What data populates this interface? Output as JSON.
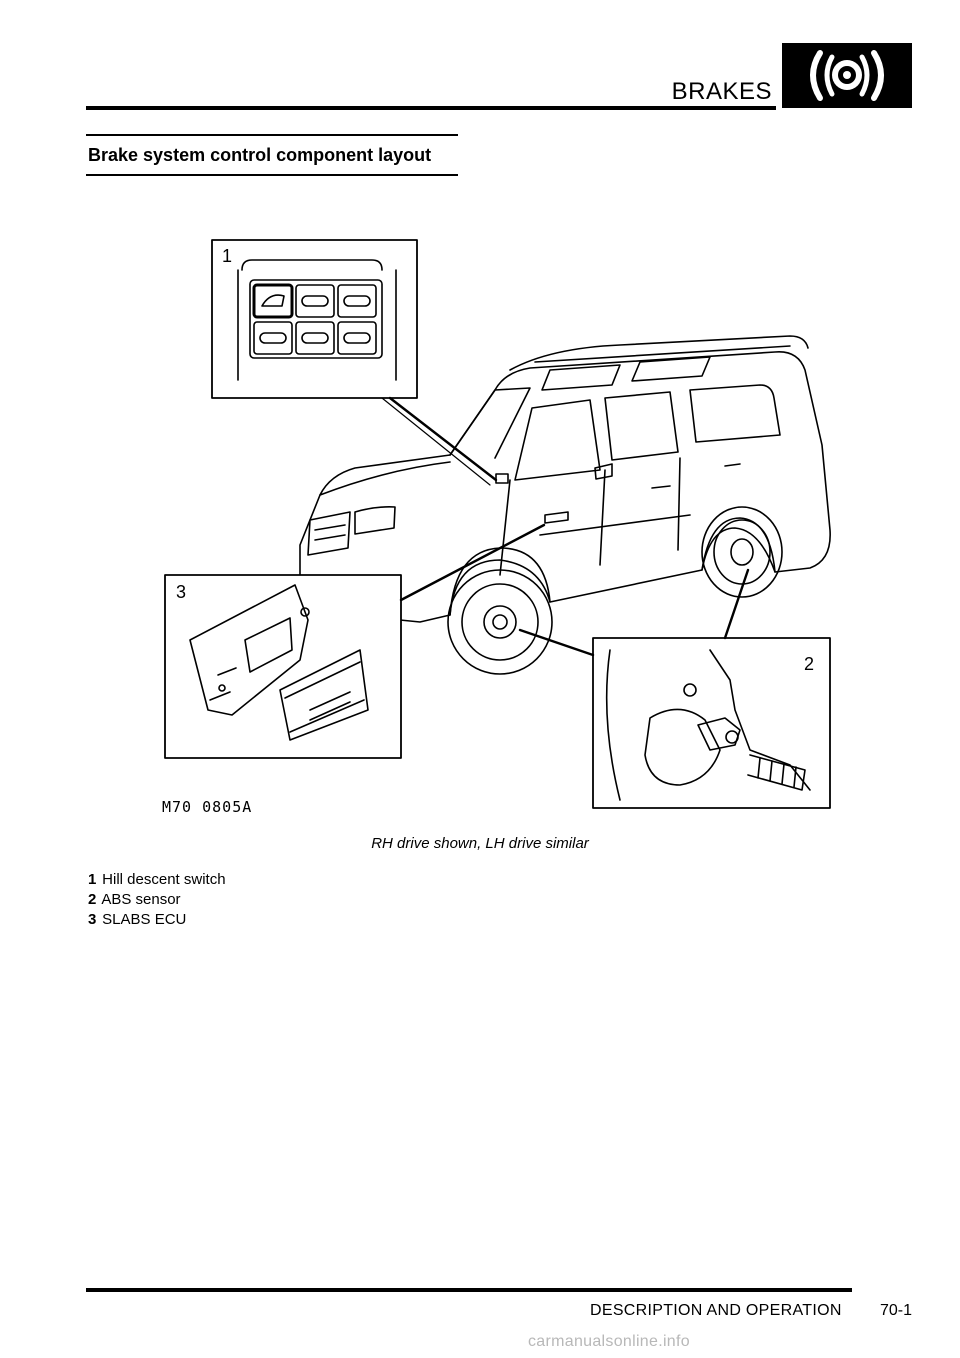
{
  "header": {
    "title": "BRAKES",
    "section_icon": "brake-disc-icon"
  },
  "section": {
    "title": "Brake system control component layout"
  },
  "figure": {
    "code": "M70 0805A",
    "callouts": [
      "1",
      "2",
      "3"
    ],
    "caption": "RH drive shown, LH drive similar"
  },
  "legend": [
    {
      "num": "1",
      "label": "Hill descent switch"
    },
    {
      "num": "2",
      "label": "ABS sensor"
    },
    {
      "num": "3",
      "label": "SLABS ECU"
    }
  ],
  "footer": {
    "section_name": "DESCRIPTION AND OPERATION",
    "page_number": "70-1",
    "watermark": "carmanualsonline.info"
  }
}
